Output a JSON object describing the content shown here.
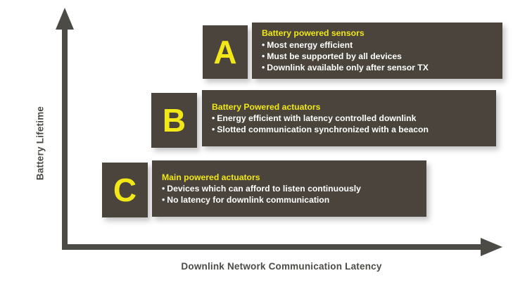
{
  "chart_data": {
    "type": "scatter",
    "title": "",
    "xlabel": "Downlink Network Communication Latency",
    "ylabel": "Battery Lifetime",
    "grid": false,
    "legend": "none",
    "axes": {
      "x_arrow": true,
      "y_arrow": true,
      "x_ticks": [],
      "y_ticks": []
    },
    "annotation_color_box": "#4a443c",
    "annotation_color_heading": "#f2e717",
    "annotation_color_body": "#ffffff",
    "axis_color": "#4c4b45",
    "categories": [
      "A",
      "B",
      "C"
    ],
    "points": [
      {
        "label": "A",
        "x_rank": 3,
        "y_rank": 3
      },
      {
        "label": "B",
        "x_rank": 2,
        "y_rank": 2
      },
      {
        "label": "C",
        "x_rank": 1,
        "y_rank": 1
      }
    ],
    "annotations": [
      {
        "letter": "A",
        "heading": "Battery powered sensors",
        "bullets": [
          "Most energy efficient",
          "Must be supported by all devices",
          "Downlink available only after sensor TX"
        ]
      },
      {
        "letter": "B",
        "heading": "Battery Powered actuators",
        "bullets": [
          "Energy efficient with latency controlled downlink",
          "Slotted communication synchronized with a beacon"
        ]
      },
      {
        "letter": "C",
        "heading": "Main powered actuators",
        "bullets": [
          "Devices which can afford to listen continuously",
          "No latency for downlink communication"
        ]
      }
    ]
  },
  "axes": {
    "y_title": "Battery Lifetime",
    "x_title": "Downlink Network Communication Latency"
  },
  "groups": [
    {
      "letter": "A",
      "heading": "Battery powered sensors",
      "bullets": [
        "Most energy efficient",
        "Must be supported by all devices",
        "Downlink available only after sensor TX"
      ]
    },
    {
      "letter": "B",
      "heading": "Battery Powered actuators",
      "bullets": [
        "Energy efficient with latency controlled downlink",
        "Slotted communication synchronized with a beacon"
      ]
    },
    {
      "letter": "C",
      "heading": "Main powered actuators",
      "bullets": [
        "Devices which can afford to listen continuously",
        "No latency for downlink communication"
      ]
    }
  ],
  "bullet_glyph": "•"
}
